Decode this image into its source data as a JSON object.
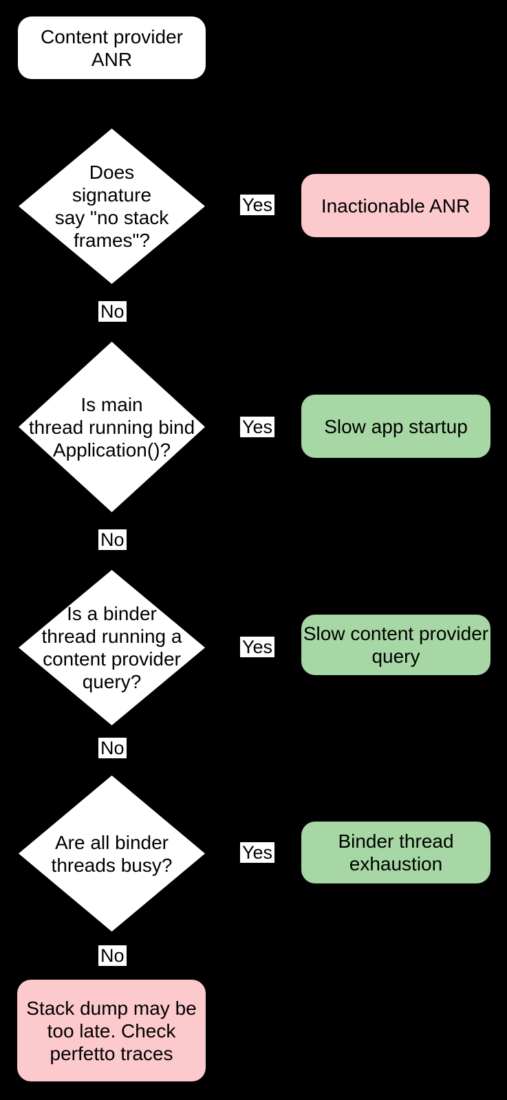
{
  "colors": {
    "background": "#000000",
    "shape_fill": "#ffffff",
    "outcome_negative": "#fcc9cc",
    "outcome_positive": "#a6d7a4",
    "text": "#000000",
    "edge_label_bg": "#ffffff",
    "connector": "#000000"
  },
  "start": {
    "lines": [
      "Content provider",
      "ANR"
    ]
  },
  "decisions": [
    {
      "lines": [
        "Does",
        "signature",
        "say \"no stack",
        "frames\"?"
      ],
      "yes": "Yes",
      "no": "No"
    },
    {
      "lines": [
        "Is main",
        "thread running bind",
        "Application()?"
      ],
      "yes": "Yes",
      "no": "No"
    },
    {
      "lines": [
        "Is a binder",
        "thread running a",
        "content provider",
        "query?"
      ],
      "yes": "Yes",
      "no": "No"
    },
    {
      "lines": [
        "Are all binder",
        "threads busy?"
      ],
      "yes": "Yes",
      "no": "No"
    }
  ],
  "outcomes": [
    {
      "lines": [
        "Inactionable ANR"
      ],
      "type": "negative"
    },
    {
      "lines": [
        "Slow app startup"
      ],
      "type": "positive"
    },
    {
      "lines": [
        "Slow content provider",
        "query"
      ],
      "type": "positive"
    },
    {
      "lines": [
        "Binder thread",
        "exhaustion"
      ],
      "type": "positive"
    },
    {
      "lines": [
        "Stack dump may be",
        "too late. Check",
        "perfetto traces"
      ],
      "type": "negative"
    }
  ]
}
